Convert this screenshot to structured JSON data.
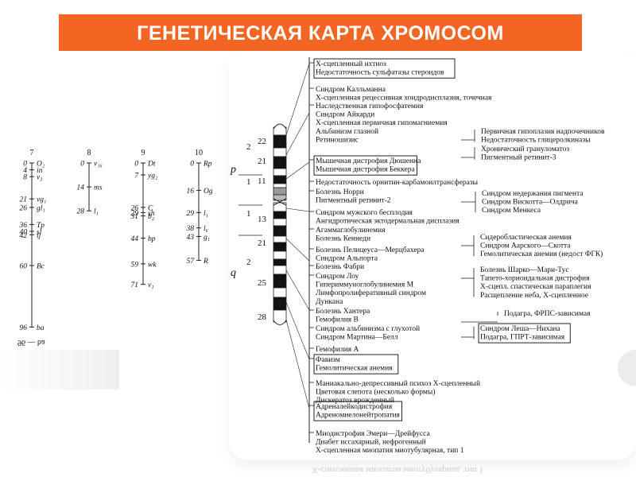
{
  "title": "ГЕНЕТИЧЕСКАЯ КАРТА ХРОМОСОМ",
  "colors": {
    "title_bar": "#f26522",
    "title_text": "#ffffff",
    "ink": "#111111"
  },
  "small_maps": [
    {
      "number": "7",
      "loci": [
        {
          "pos": "0",
          "gene": "O₂"
        },
        {
          "pos": "4",
          "gene": "in"
        },
        {
          "pos": "8",
          "gene": "v₃"
        },
        {
          "pos": "21",
          "gene": "vg₁"
        },
        {
          "pos": "26",
          "gene": "gl₁"
        },
        {
          "pos": "36",
          "gene": "Tp"
        },
        {
          "pos": "40",
          "gene": "sl"
        },
        {
          "pos": "42",
          "gene": "ij"
        },
        {
          "pos": "60",
          "gene": "Bc"
        },
        {
          "pos": "96",
          "gene": "ba"
        }
      ]
    },
    {
      "number": "8",
      "loci": [
        {
          "pos": "0",
          "gene": "v₁₆"
        },
        {
          "pos": "14",
          "gene": "ms"
        },
        {
          "pos": "28",
          "gene": "l₁"
        }
      ]
    },
    {
      "number": "9",
      "loci": [
        {
          "pos": "0",
          "gene": "Dt"
        },
        {
          "pos": "7",
          "gene": "yg₂"
        },
        {
          "pos": "26",
          "gene": "C"
        },
        {
          "pos": "29",
          "gene": "sh"
        },
        {
          "pos": "31",
          "gene": "b₂"
        },
        {
          "pos": "44",
          "gene": "bp"
        },
        {
          "pos": "59",
          "gene": "wk"
        },
        {
          "pos": "71",
          "gene": "v₁"
        }
      ]
    },
    {
      "number": "10",
      "loci": [
        {
          "pos": "0",
          "gene": "Rp"
        },
        {
          "pos": "16",
          "gene": "Og"
        },
        {
          "pos": "29",
          "gene": "l₁"
        },
        {
          "pos": "38",
          "gene": "l₆"
        },
        {
          "pos": "43",
          "gene": "g₁"
        },
        {
          "pos": "57",
          "gene": "R"
        }
      ]
    }
  ],
  "ghost_small": "96 — ba",
  "ideogram": {
    "arm_p": "p",
    "arm_q": "q",
    "regions": [
      {
        "label": "2"
      },
      {
        "label": "1"
      },
      {
        "label": "1"
      },
      {
        "label": "2"
      }
    ],
    "bands": [
      {
        "label": "22"
      },
      {
        "label": "21"
      },
      {
        "label": "11"
      },
      {
        "label": "13"
      },
      {
        "label": "21"
      },
      {
        "label": "25"
      },
      {
        "label": "28"
      }
    ]
  },
  "left_groups": [
    {
      "lines": [
        "Х-сцепленный ихтиоз",
        "Недостаточность сульфатазы стероидов"
      ],
      "boxed": true
    },
    {
      "lines": [
        "Синдром Калльманна",
        "Х-сцепленная рецессивная хондродисплазия, точечная"
      ],
      "boxed": false
    },
    {
      "lines": [
        "Наследственная гипофосфатемия",
        "Синдром Айкарди",
        "Х-сцепленная первичная гипомагниемия",
        "Альбинизм глазной",
        "Ретиношизис"
      ],
      "boxed": false
    },
    {
      "lines": [
        "Мышечная дистрофия Дюшенна",
        "Мышечная дистрофия Беккера"
      ],
      "boxed": true
    },
    {
      "lines": [
        "Недостаточность орнитин-карбамоилтрансферазы"
      ],
      "boxed": false
    },
    {
      "lines": [
        "Болезнь Норри",
        "Пигментный ретинит-2"
      ],
      "boxed": false
    },
    {
      "lines": [
        "Синдром мужского бесплодия",
        "Ангидротическая эктодермальная дисплазия"
      ],
      "boxed": false
    },
    {
      "lines": [
        "Агаммаглобулинемия",
        "Болезнь Кеннеди"
      ],
      "boxed": false
    },
    {
      "lines": [
        "Болезнь Пелицеуса—Мерцбахера",
        "Синдром Альпорта"
      ],
      "boxed": false
    },
    {
      "lines": [
        "Болезнь Фабри"
      ],
      "boxed": false
    },
    {
      "lines": [
        "Синдром Лоу",
        "Гипериммуноглобулинемия М",
        "Лимфопролиферативный синдром",
        "Дункана"
      ],
      "boxed": false
    },
    {
      "lines": [
        "Болезнь Хантера",
        "Гемофилия В"
      ],
      "boxed": false
    },
    {
      "lines": [
        "Синдром альбинизма с глухотой",
        "Синдром Мартина—Белл"
      ],
      "boxed": false
    },
    {
      "lines": [
        "Гемофилия А"
      ],
      "boxed": false
    },
    {
      "lines": [
        "Фавизм",
        "Гемолитическая анемия"
      ],
      "boxed": true
    },
    {
      "lines": [
        "Маниакально-депрессивный психоз  Х-сцепленный",
        "Цветовая слепота (несколько формы)",
        "Дискератоз врожденный"
      ],
      "boxed": false
    },
    {
      "lines": [
        "Адреналейкодистрофия",
        "Адреномиелонейтропатия"
      ],
      "boxed": true
    },
    {
      "lines": [
        "Миодистрофия Эмери—Дрейфусса",
        "Диабет иссахарный, нефрогенный",
        "Х-сцепленная миопатия миотубулярная, тип 1"
      ],
      "boxed": false
    }
  ],
  "right_groups": [
    {
      "lines": [
        "Первичная гипоплазия надпочечников",
        "Недостаточность глицеролкиназы"
      ],
      "boxed": false
    },
    {
      "lines": [
        "Хронический грануломатоз",
        "Пигментный ретинит-3"
      ],
      "boxed": false
    },
    {
      "lines": [
        "Синдром недержания пигмента",
        "Синдром Вискотта—Олдрича",
        "Синдром Менкеса"
      ],
      "boxed": false
    },
    {
      "lines": [
        "Сидеробластическая анемия",
        "Синдром Аарского—Скотта",
        "Гемолитическая анемия (недост ФГК)"
      ],
      "boxed": false
    },
    {
      "lines": [
        "Болезнь Шарко—Мари-Тус",
        "Тапето-хориоидальная дистрофия",
        "Х-сцепл. спастическая параплегия",
        "Расщепление неба, Х-сцепленное"
      ],
      "boxed": false
    },
    {
      "lines": [
        "Подагра, ФРПС-зависимая"
      ],
      "boxed": false
    },
    {
      "lines": [
        "Синдром Леша—Нихана",
        "Подагра, ГПРТ-зависимая"
      ],
      "boxed": true
    }
  ],
  "ghost_bottom": "Х-сцепленная миопатия миотубулярная, тип 1"
}
